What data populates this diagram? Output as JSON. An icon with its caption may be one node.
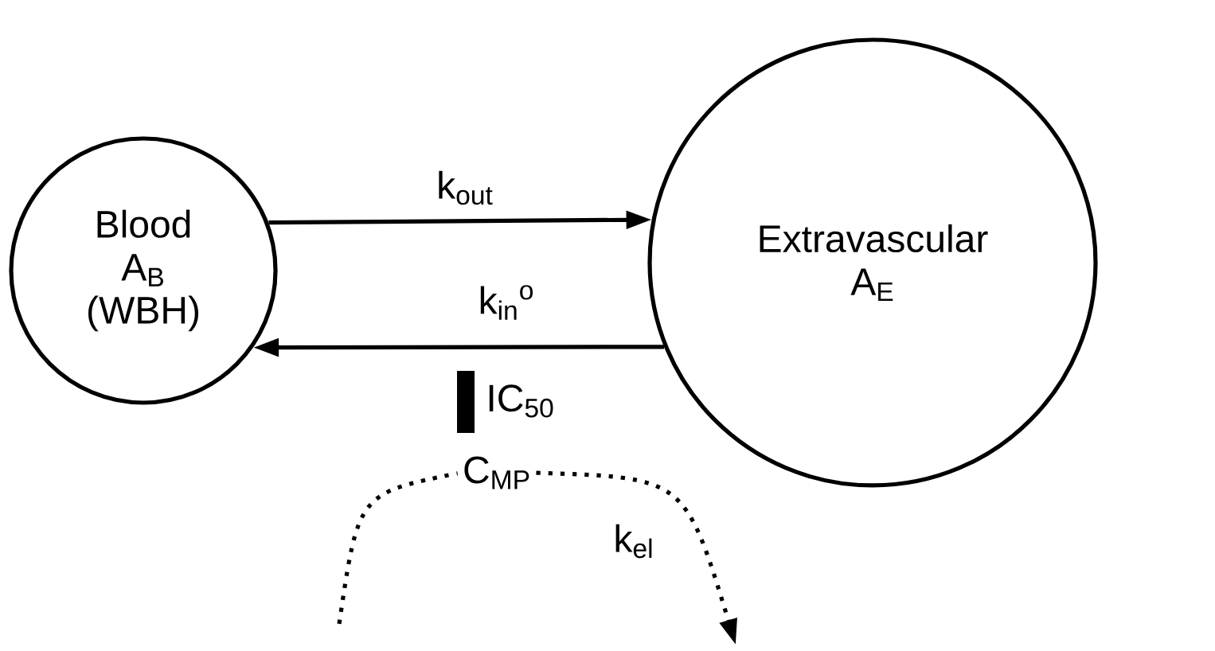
{
  "diagram": {
    "nodes": [
      {
        "text": [
          "Blood A$_{B}$ (WBH)"
        ]
      },
      {
        "text": [
          "Extravascular A$_{E}$"
        ]
      },
      {
        "text": [
          "C$_{MP}$"
        ]
      }
    ],
    "edges": [
      {
        "from": 0,
        "to": 1,
        "arrow": "to",
        "label": "k$_{out}$"
      },
      {
        "from": 1,
        "to": 0,
        "arrow": "to",
        "label": "k$_{in}$$^{o}$"
      },
      {
        "from": null,
        "to": 2,
        "arrow": "none",
        "style": "dashed"
      },
      {
        "from": 2,
        "to": null,
        "arrow": "to",
        "style": "dashed",
        "label": "k$_{el}$"
      }
    ],
    "labels": [
      "IC$_{50}$"
    ]
  }
}
